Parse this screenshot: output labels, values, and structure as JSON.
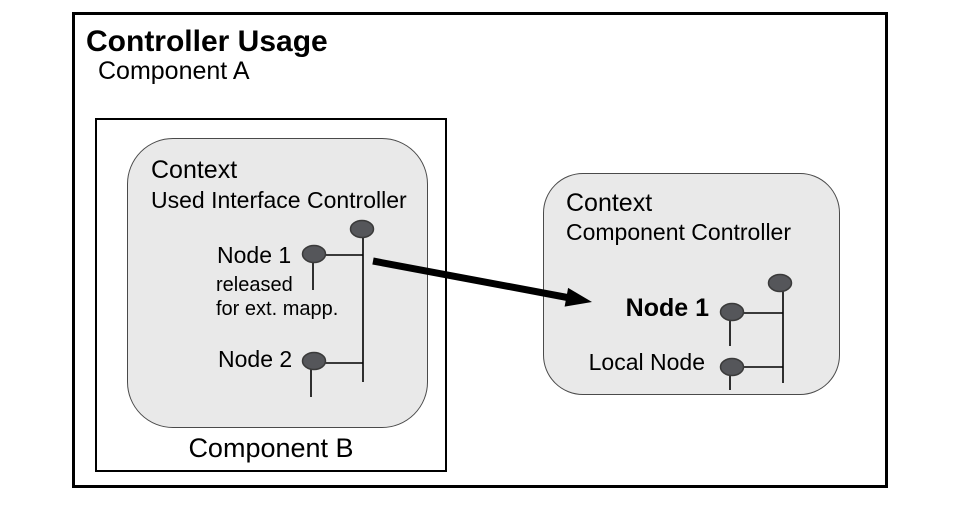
{
  "page": {
    "title": "Controller Usage",
    "subtitle": "Component A"
  },
  "component_b": {
    "label": "Component B",
    "context": {
      "title": "Context",
      "subtitle": "Used Interface Controller",
      "nodes": {
        "node1": {
          "label": "Node 1",
          "note_line1": "released",
          "note_line2": "for ext. mapp."
        },
        "node2": {
          "label": "Node 2"
        }
      }
    }
  },
  "component_controller": {
    "context": {
      "title": "Context",
      "subtitle": "Component Controller",
      "nodes": {
        "node1": {
          "label": "Node 1"
        },
        "local_node": {
          "label": "Local Node"
        }
      }
    }
  },
  "colors": {
    "page_background": "#ffffff",
    "context_box_fill": "#e9e9e9",
    "context_box_border": "#4a4a4a",
    "node_dot_fill": "#55565a",
    "node_dot_stroke": "#3a3a3a",
    "connector_line": "#000000",
    "arrow": "#000000",
    "frame_border": "#000000",
    "text": "#000000"
  }
}
